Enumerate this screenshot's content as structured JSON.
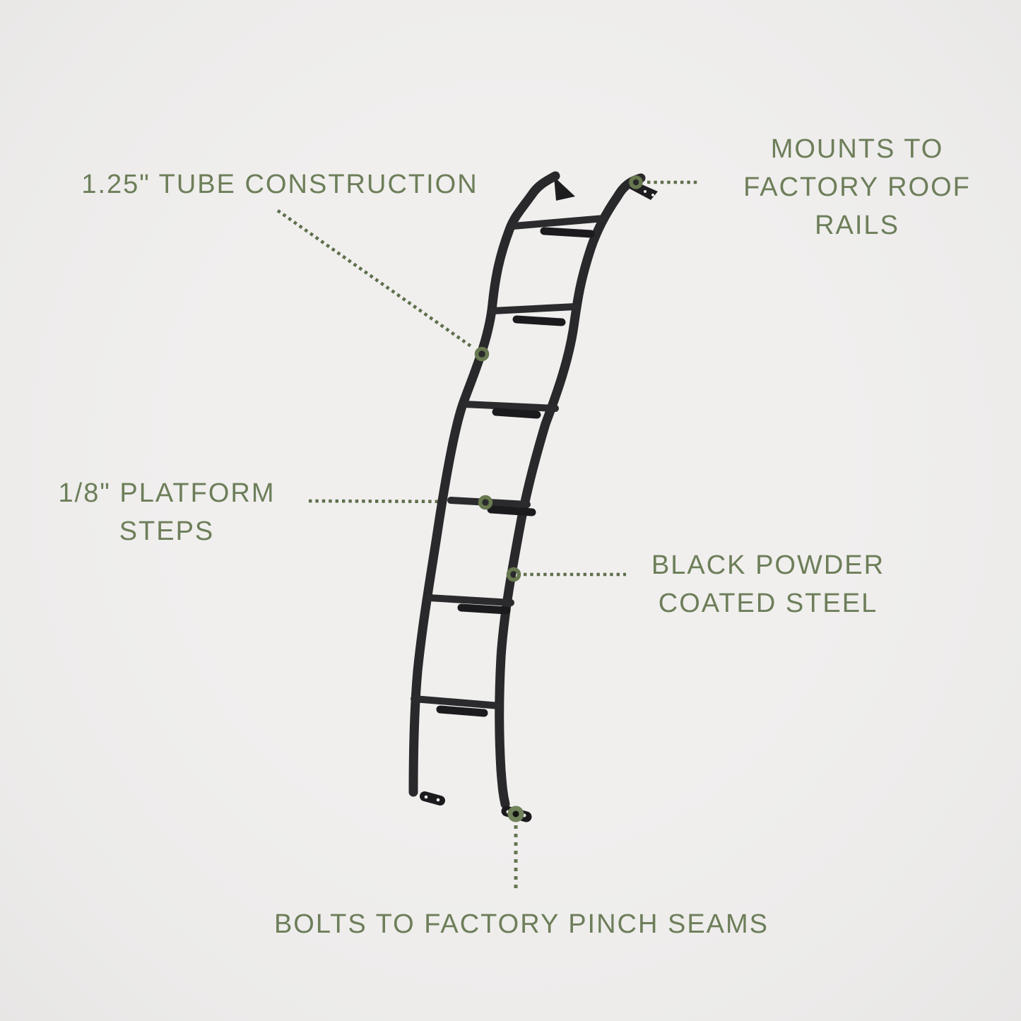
{
  "page": {
    "type": "product-feature-infographic",
    "subject": "van side ladder"
  },
  "colors": {
    "background": "#efeeec",
    "label_green": "#6d7e59",
    "leader_dot_green": "#5e6e4b",
    "marker_ring_green": "#68784f",
    "marker_dot_green": "#71835a",
    "ladder_steel_black": "#29292b",
    "step_plate_black": "#1b1b1d"
  },
  "labels": {
    "tube_construction": {
      "text": "1.25\" TUBE CONSTRUCTION"
    },
    "roof_rails": {
      "lines": [
        "MOUNTS TO",
        "FACTORY ROOF",
        "RAILS"
      ]
    },
    "platform_steps": {
      "lines": [
        "1/8\" PLATFORM",
        "STEPS"
      ]
    },
    "powder_coated": {
      "lines": [
        "BLACK POWDER",
        "COATED STEEL"
      ]
    },
    "pinch_seams": {
      "text": "BOLTS TO FACTORY PINCH SEAMS"
    }
  },
  "icons": [
    "callout-ring-marker",
    "callout-bolt-marker",
    "dotted-leader-line"
  ]
}
